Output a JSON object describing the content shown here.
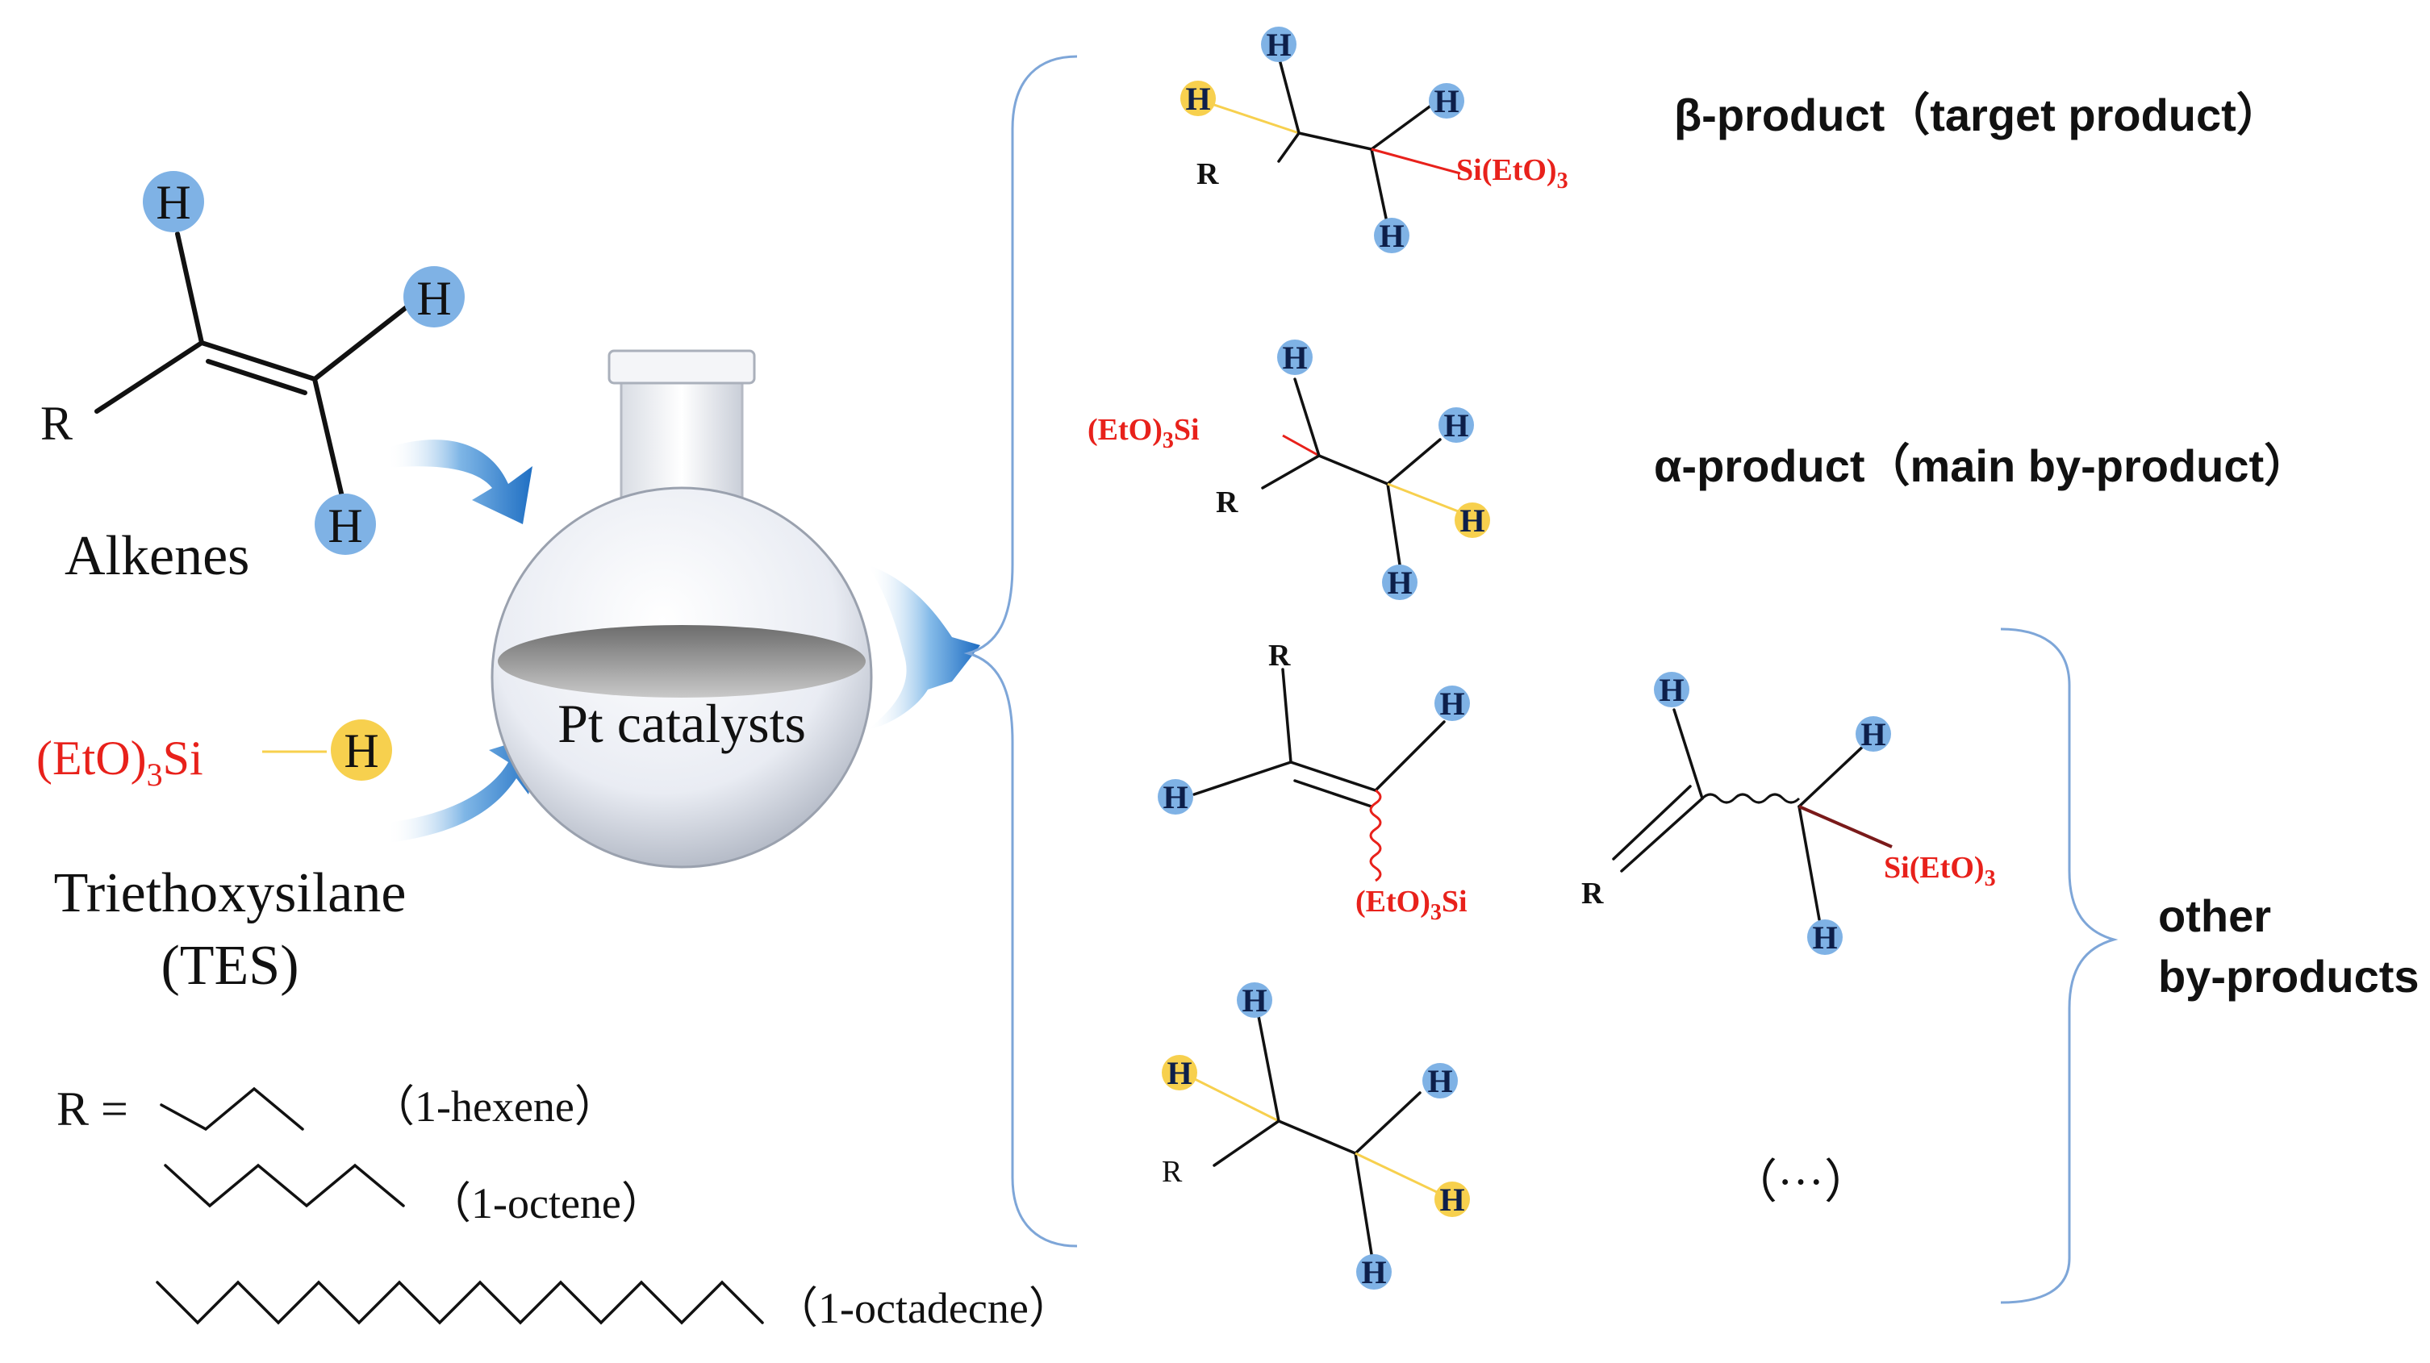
{
  "reactants": {
    "alkene_label": "Alkenes",
    "alkene_R": "R",
    "tes_formula_prefix": "(EtO)",
    "tes_formula_sub": "3",
    "tes_formula_suffix": "Si",
    "tes_name": "Triethoxysilane",
    "tes_abbrev": "(TES)",
    "hydrogen": "H"
  },
  "flask": {
    "label": "Pt catalysts"
  },
  "r_groups": {
    "prefix": "R =",
    "items": [
      "（1-hexene）",
      "（1-octene）",
      "（1-octadecne）"
    ]
  },
  "products": {
    "beta": "β-product（target product）",
    "alpha": "α-product（main by-product）",
    "other_line1": "other",
    "other_line2": "by-products",
    "ellipsis": "（···）"
  },
  "groups": {
    "si_right_prefix": "Si(EtO)",
    "si_left_prefix": "(EtO)",
    "si_left_suffix": "Si",
    "sub3": "3",
    "R": "R",
    "H": "H"
  },
  "colors": {
    "blue_atom": "#7fb2e5",
    "yellow_atom": "#f7d04e",
    "red_group": "#e8211b",
    "arrow": "#2a78c8",
    "brace": "#7ea6d8"
  }
}
